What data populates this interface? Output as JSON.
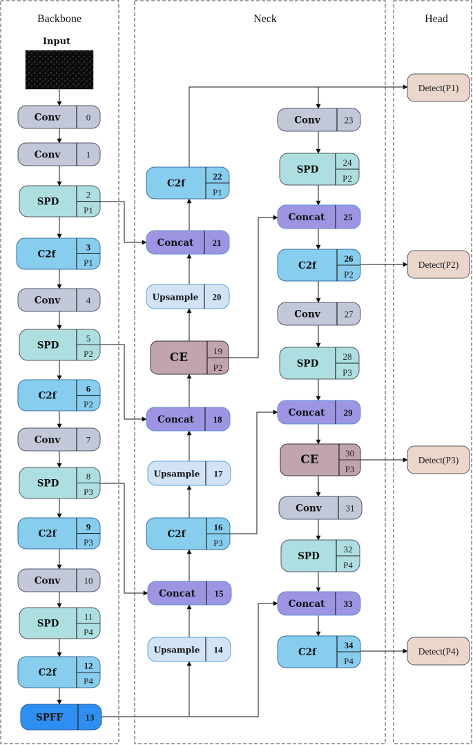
{
  "sections": {
    "backbone": "Backbone",
    "neck": "Neck",
    "head": "Head"
  },
  "input": {
    "label": "Input"
  },
  "colors": {
    "conv": "#c2c8d8",
    "spd": "#aedfe0",
    "c2f": "#87cdee",
    "sppf": "#2f8ff0",
    "concat": "#9d94e2",
    "upsample": "#d2e3f6",
    "ce": "#c1a4ae",
    "detect": "#ead6cb"
  },
  "blocks": [
    {
      "id": "b0",
      "type": "conv",
      "name": "Conv",
      "idx": "0"
    },
    {
      "id": "b1",
      "type": "conv",
      "name": "Conv",
      "idx": "1"
    },
    {
      "id": "b2",
      "type": "spd",
      "name": "SPD",
      "idx": "2",
      "p": "P1"
    },
    {
      "id": "b3",
      "type": "c2f",
      "name": "C2f",
      "idx": "3",
      "p": "P1"
    },
    {
      "id": "b4",
      "type": "conv",
      "name": "Conv",
      "idx": "4"
    },
    {
      "id": "b5",
      "type": "spd",
      "name": "SPD",
      "idx": "5",
      "p": "P2"
    },
    {
      "id": "b6",
      "type": "c2f",
      "name": "C2f",
      "idx": "6",
      "p": "P2"
    },
    {
      "id": "b7",
      "type": "conv",
      "name": "Conv",
      "idx": "7"
    },
    {
      "id": "b8",
      "type": "spd",
      "name": "SPD",
      "idx": "8",
      "p": "P3"
    },
    {
      "id": "b9",
      "type": "c2f",
      "name": "C2f",
      "idx": "9",
      "p": "P3"
    },
    {
      "id": "b10",
      "type": "conv",
      "name": "Conv",
      "idx": "10"
    },
    {
      "id": "b11",
      "type": "spd",
      "name": "SPD",
      "idx": "11",
      "p": "P4"
    },
    {
      "id": "b12",
      "type": "c2f",
      "name": "C2f",
      "idx": "12",
      "p": "P4"
    },
    {
      "id": "b13",
      "type": "sppf",
      "name": "SPFF",
      "idx": "13"
    },
    {
      "id": "b14",
      "type": "upsample",
      "name": "Upsample",
      "idx": "14"
    },
    {
      "id": "b15",
      "type": "concat",
      "name": "Concat",
      "idx": "15"
    },
    {
      "id": "b16",
      "type": "c2f",
      "name": "C2f",
      "idx": "16",
      "p": "P3"
    },
    {
      "id": "b17",
      "type": "upsample",
      "name": "Upsample",
      "idx": "17"
    },
    {
      "id": "b18",
      "type": "concat",
      "name": "Concat",
      "idx": "18"
    },
    {
      "id": "b19",
      "type": "ce",
      "name": "CE",
      "idx": "19",
      "p": "P2"
    },
    {
      "id": "b20",
      "type": "upsample",
      "name": "Upsample",
      "idx": "20"
    },
    {
      "id": "b21",
      "type": "concat",
      "name": "Concat",
      "idx": "21"
    },
    {
      "id": "b22",
      "type": "c2f",
      "name": "C2f",
      "idx": "22",
      "p": "P1"
    },
    {
      "id": "b23",
      "type": "conv",
      "name": "Conv",
      "idx": "23"
    },
    {
      "id": "b24",
      "type": "spd",
      "name": "SPD",
      "idx": "24",
      "p": "P2"
    },
    {
      "id": "b25",
      "type": "concat",
      "name": "Concat",
      "idx": "25"
    },
    {
      "id": "b26",
      "type": "c2f",
      "name": "C2f",
      "idx": "26",
      "p": "P2"
    },
    {
      "id": "b27",
      "type": "conv",
      "name": "Conv",
      "idx": "27"
    },
    {
      "id": "b28",
      "type": "spd",
      "name": "SPD",
      "idx": "28",
      "p": "P3"
    },
    {
      "id": "b29",
      "type": "concat",
      "name": "Concat",
      "idx": "29"
    },
    {
      "id": "b30",
      "type": "ce",
      "name": "CE",
      "idx": "30",
      "p": "P3"
    },
    {
      "id": "b31",
      "type": "conv",
      "name": "Conv",
      "idx": "31"
    },
    {
      "id": "b32",
      "type": "spd",
      "name": "SPD",
      "idx": "32",
      "p": "P4"
    },
    {
      "id": "b33",
      "type": "concat",
      "name": "Concat",
      "idx": "33"
    },
    {
      "id": "b34",
      "type": "c2f",
      "name": "C2f",
      "idx": "34",
      "p": "P4"
    }
  ],
  "detects": [
    {
      "id": "d1",
      "label": "Detect(P1)"
    },
    {
      "id": "d2",
      "label": "Detect(P2)"
    },
    {
      "id": "d3",
      "label": "Detect(P3)"
    },
    {
      "id": "d4",
      "label": "Detect(P4)"
    }
  ]
}
